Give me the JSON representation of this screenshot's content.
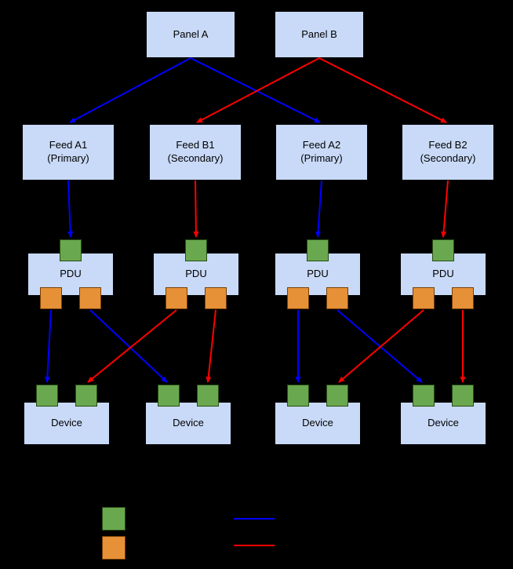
{
  "colors": {
    "background": "#000000",
    "box_fill": "#c9daf8",
    "box_border": "#000000",
    "green_port": "#6aa84f",
    "green_port_border": "#274e13",
    "orange_port": "#e69138",
    "orange_port_border": "#783f04",
    "primary_path": "#0000ff",
    "secondary_path": "#ff0000"
  },
  "panels": [
    {
      "label": "Panel A"
    },
    {
      "label": "Panel B"
    }
  ],
  "feeds": [
    {
      "line1": "Feed A1",
      "line2": "(Primary)"
    },
    {
      "line1": "Feed B1",
      "line2": "(Secondary)"
    },
    {
      "line1": "Feed A2",
      "line2": "(Primary)"
    },
    {
      "line1": "Feed B2",
      "line2": "(Secondary)"
    }
  ],
  "pdus": [
    {
      "label": "PDU"
    },
    {
      "label": "PDU"
    },
    {
      "label": "PDU"
    },
    {
      "label": "PDU"
    }
  ],
  "devices": [
    {
      "label": "Device"
    },
    {
      "label": "Device"
    },
    {
      "label": "Device"
    },
    {
      "label": "Device"
    }
  ],
  "legend": {
    "swatch_colors": [
      "#6aa84f",
      "#e69138"
    ],
    "line_colors": [
      "#0000ff",
      "#ff0000"
    ]
  }
}
